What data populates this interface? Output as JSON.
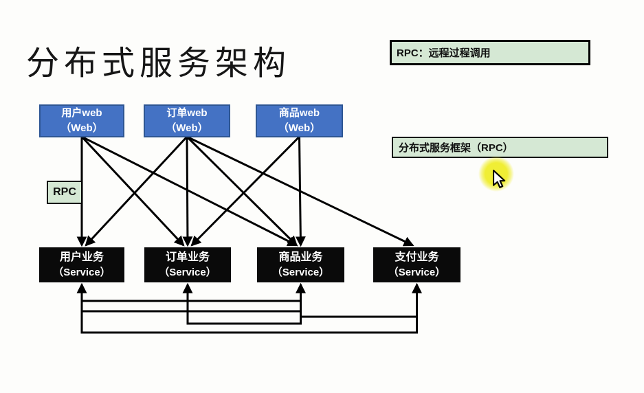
{
  "title": "分布式服务架构",
  "notes": {
    "rpc_definition": "RPC：远程过程调用",
    "framework": "分布式服务框架（RPC）",
    "rpc_tag": "RPC"
  },
  "web_layer": [
    {
      "label": "用户web",
      "sublabel": "（Web）"
    },
    {
      "label": "订单web",
      "sublabel": "（Web）"
    },
    {
      "label": "商品web",
      "sublabel": "（Web）"
    }
  ],
  "service_layer": [
    {
      "label": "用户业务",
      "sublabel": "（Service）"
    },
    {
      "label": "订单业务",
      "sublabel": "（Service）"
    },
    {
      "label": "商品业务",
      "sublabel": "（Service）"
    },
    {
      "label": "支付业务",
      "sublabel": "（Service）"
    }
  ],
  "rpc_calls": [
    {
      "from": "用户web",
      "to": "用户业务"
    },
    {
      "from": "用户web",
      "to": "订单业务"
    },
    {
      "from": "用户web",
      "to": "商品业务"
    },
    {
      "from": "订单web",
      "to": "用户业务"
    },
    {
      "from": "订单web",
      "to": "订单业务"
    },
    {
      "from": "订单web",
      "to": "商品业务"
    },
    {
      "from": "订单web",
      "to": "支付业务"
    },
    {
      "from": "商品web",
      "to": "订单业务"
    },
    {
      "from": "商品web",
      "to": "商品业务"
    }
  ],
  "bus_links": [
    {
      "from": "用户业务",
      "to": "商品业务"
    },
    {
      "from": "用户业务",
      "to": "商品业务"
    },
    {
      "from": "订单业务",
      "to": "商品业务"
    },
    {
      "from": "商品业务",
      "to": "支付业务"
    },
    {
      "from": "用户业务",
      "to": "支付业务"
    }
  ],
  "colors": {
    "web_box": "#4472c4",
    "web_box_border": "#2e5693",
    "service_box": "#0a0a0a",
    "note_bg": "#d5e8d4",
    "connector": "#000000",
    "cursor_highlight": "#f0ee35"
  }
}
